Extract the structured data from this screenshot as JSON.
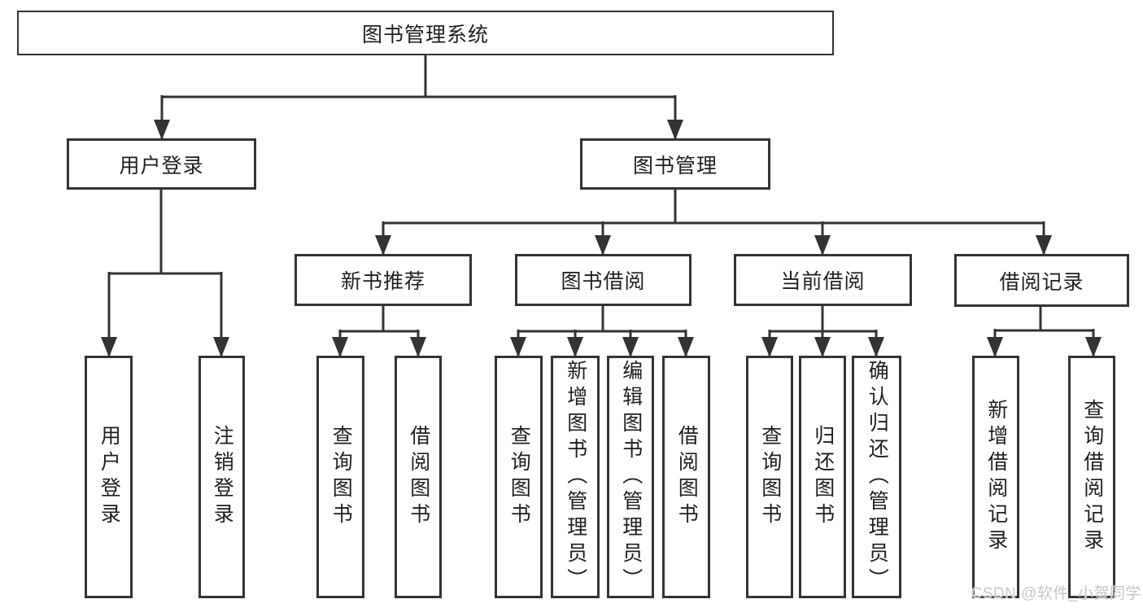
{
  "diagram": {
    "root": {
      "label": "图书管理系统"
    },
    "user_login": {
      "label": "用户登录",
      "children": [
        {
          "label": "用户登录"
        },
        {
          "label": "注销登录"
        }
      ]
    },
    "book_mgmt": {
      "label": "图书管理",
      "sections": [
        {
          "label": "新书推荐",
          "children": [
            {
              "label": "查询图书"
            },
            {
              "label": "借阅图书"
            }
          ]
        },
        {
          "label": "图书借阅",
          "children": [
            {
              "label": "查询图书"
            },
            {
              "label": "新增图书（管理员）"
            },
            {
              "label": "编辑图书（管理员）"
            },
            {
              "label": "借阅图书"
            }
          ]
        },
        {
          "label": "当前借阅",
          "children": [
            {
              "label": "查询图书"
            },
            {
              "label": "归还图书"
            },
            {
              "label": "确认归还（管理员）"
            }
          ]
        },
        {
          "label": "借阅记录",
          "children": [
            {
              "label": "新增借阅记录"
            },
            {
              "label": "查询借阅记录"
            }
          ]
        }
      ]
    },
    "watermark": "CSDN @软件_小贺同学",
    "colors": {
      "line": "#333333",
      "text": "#1f1f1f",
      "box_background": "#ffffff",
      "watermark": "#c6c6c6",
      "background": "#ffffff"
    }
  }
}
